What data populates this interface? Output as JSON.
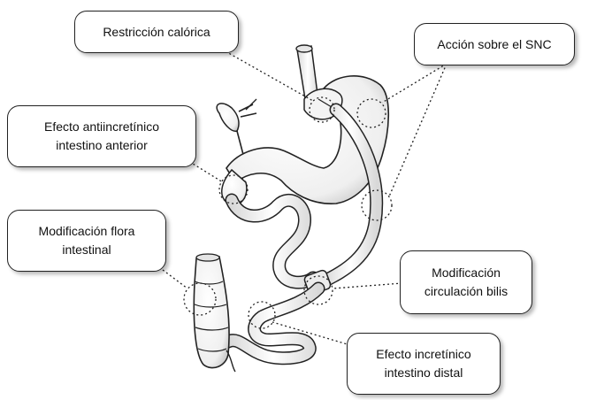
{
  "callouts": {
    "restriccion_calorica": "Restricción calórica",
    "accion_snc": "Acción sobre el SNC",
    "efecto_antiincretinico": "Efecto antiincretínico\nintestino anterior",
    "modificacion_flora": "Modificación flora\nintestinal",
    "modificacion_bilis": "Modificación\ncirculación bilis",
    "efecto_incretinico": "Efecto incretínico\nintestino distal"
  },
  "colors": {
    "outline": "#222222",
    "organ_fill": "#ffffff",
    "organ_shade": "#cfcfcf",
    "background": "#ffffff"
  }
}
